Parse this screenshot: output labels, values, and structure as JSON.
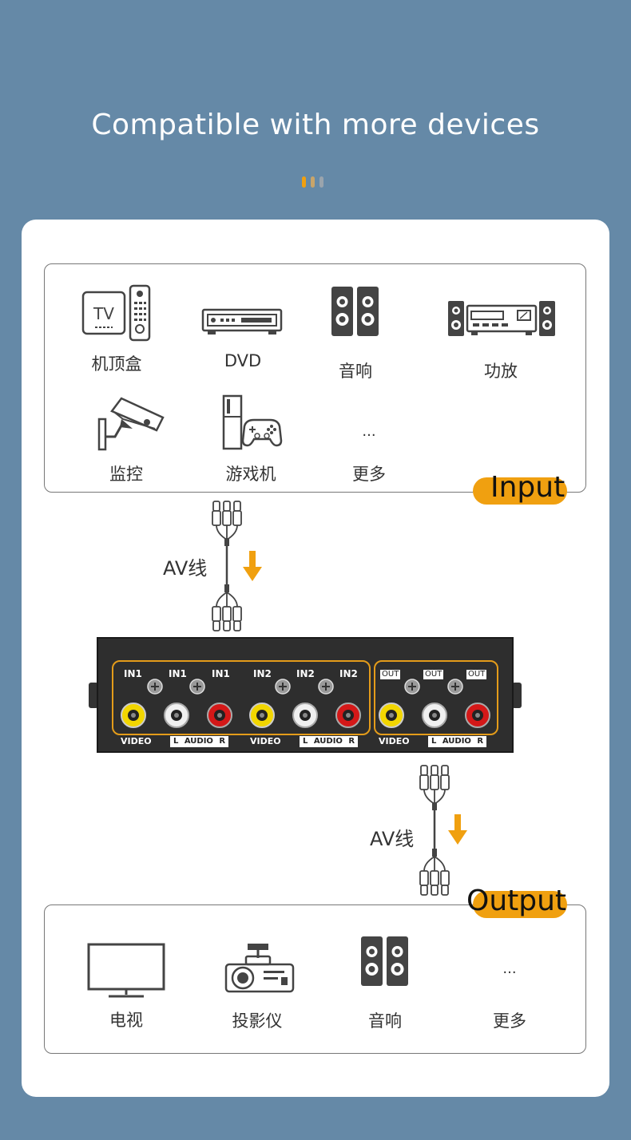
{
  "header": {
    "title": "Compatible with more devices"
  },
  "colors": {
    "background": "#6589a7",
    "accent": "#f0a010",
    "card": "#ffffff"
  },
  "input_panel": {
    "tag": "Input",
    "devices": [
      {
        "label": "机顶盒",
        "icon": "set-top-box-icon"
      },
      {
        "label": "DVD",
        "icon": "dvd-player-icon"
      },
      {
        "label": "音响",
        "icon": "speaker-icon"
      },
      {
        "label": "功放",
        "icon": "amplifier-icon"
      },
      {
        "label": "监控",
        "icon": "cctv-camera-icon"
      },
      {
        "label": "游戏机",
        "icon": "game-console-icon"
      },
      {
        "label": "更多",
        "icon": "ellipsis-icon"
      }
    ],
    "tv_text": "TV",
    "ellipsis": "..."
  },
  "cable_in": {
    "label": "AV线"
  },
  "cable_out": {
    "label": "AV线"
  },
  "switch_device": {
    "in1": "IN1",
    "in2": "IN2",
    "out": "OUT",
    "video": "VIDEO",
    "audio": "L  AUDIO  R"
  },
  "output_panel": {
    "tag": "Output",
    "devices": [
      {
        "label": "电视",
        "icon": "tv-icon"
      },
      {
        "label": "投影仪",
        "icon": "projector-icon"
      },
      {
        "label": "音响",
        "icon": "speaker-icon"
      },
      {
        "label": "更多",
        "icon": "ellipsis-icon"
      }
    ],
    "ellipsis": "..."
  }
}
